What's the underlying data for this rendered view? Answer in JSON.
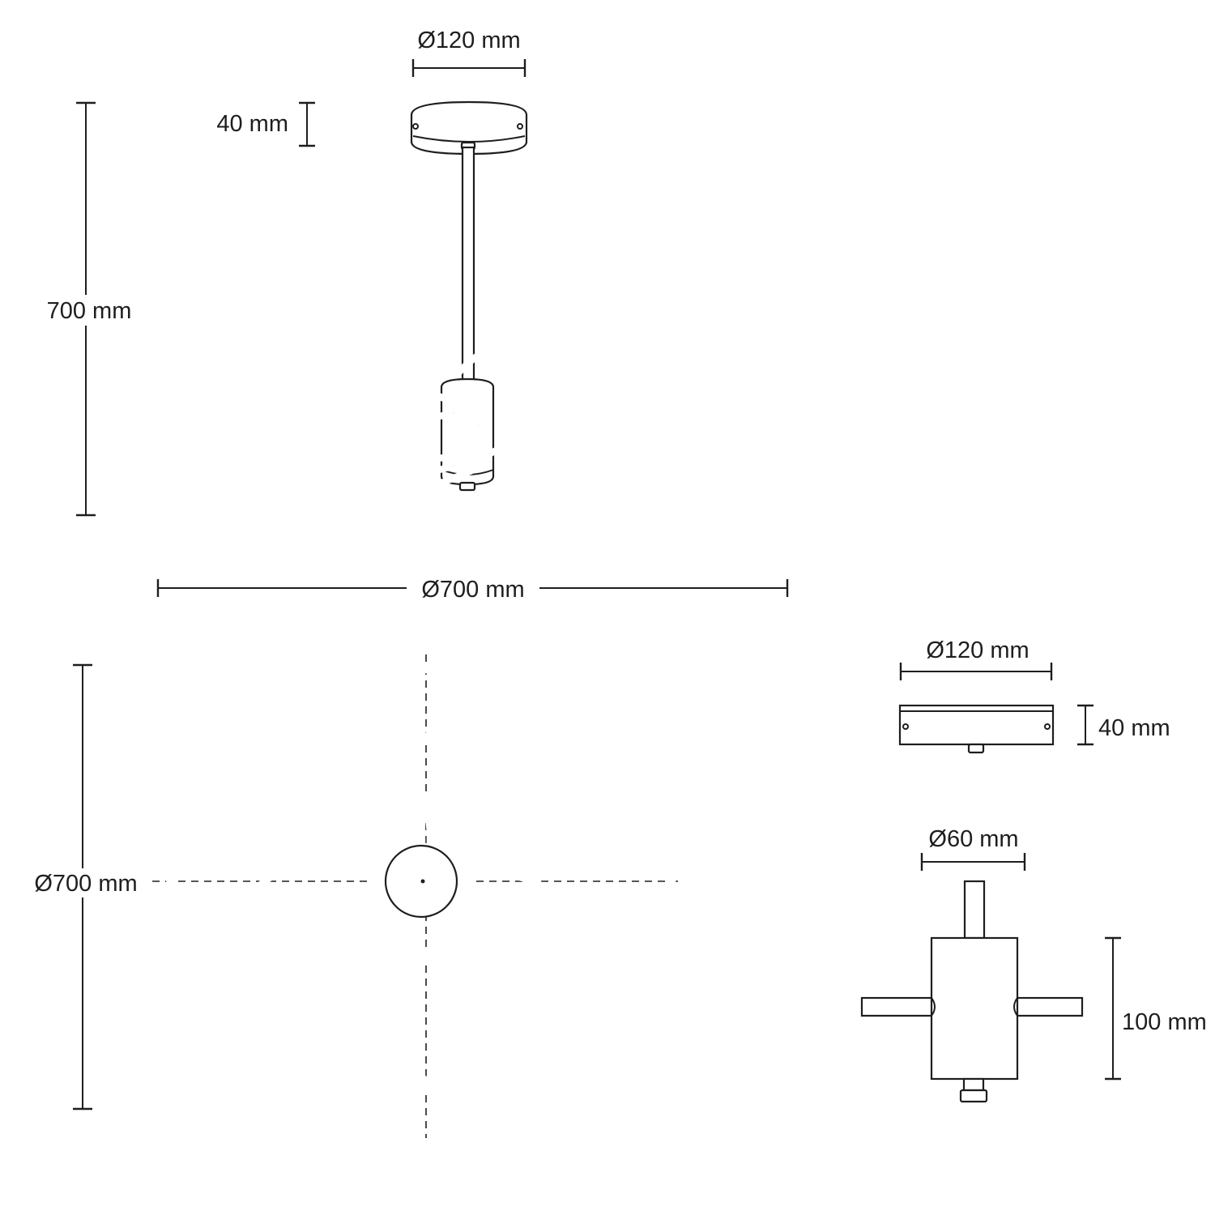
{
  "side_view": {
    "canopy_diameter_label": "Ø120 mm",
    "canopy_height_label": "40 mm",
    "total_height_label": "700 mm",
    "overall_diameter_label": "Ø700 mm"
  },
  "top_view": {
    "overall_diameter_label": "Ø700 mm"
  },
  "canopy_detail": {
    "diameter_label": "Ø120 mm",
    "height_label": "40 mm"
  },
  "hub_detail": {
    "diameter_label": "Ø60 mm",
    "height_label": "100 mm"
  },
  "colors": {
    "line": "#1e1e1e",
    "background": "#ffffff"
  }
}
